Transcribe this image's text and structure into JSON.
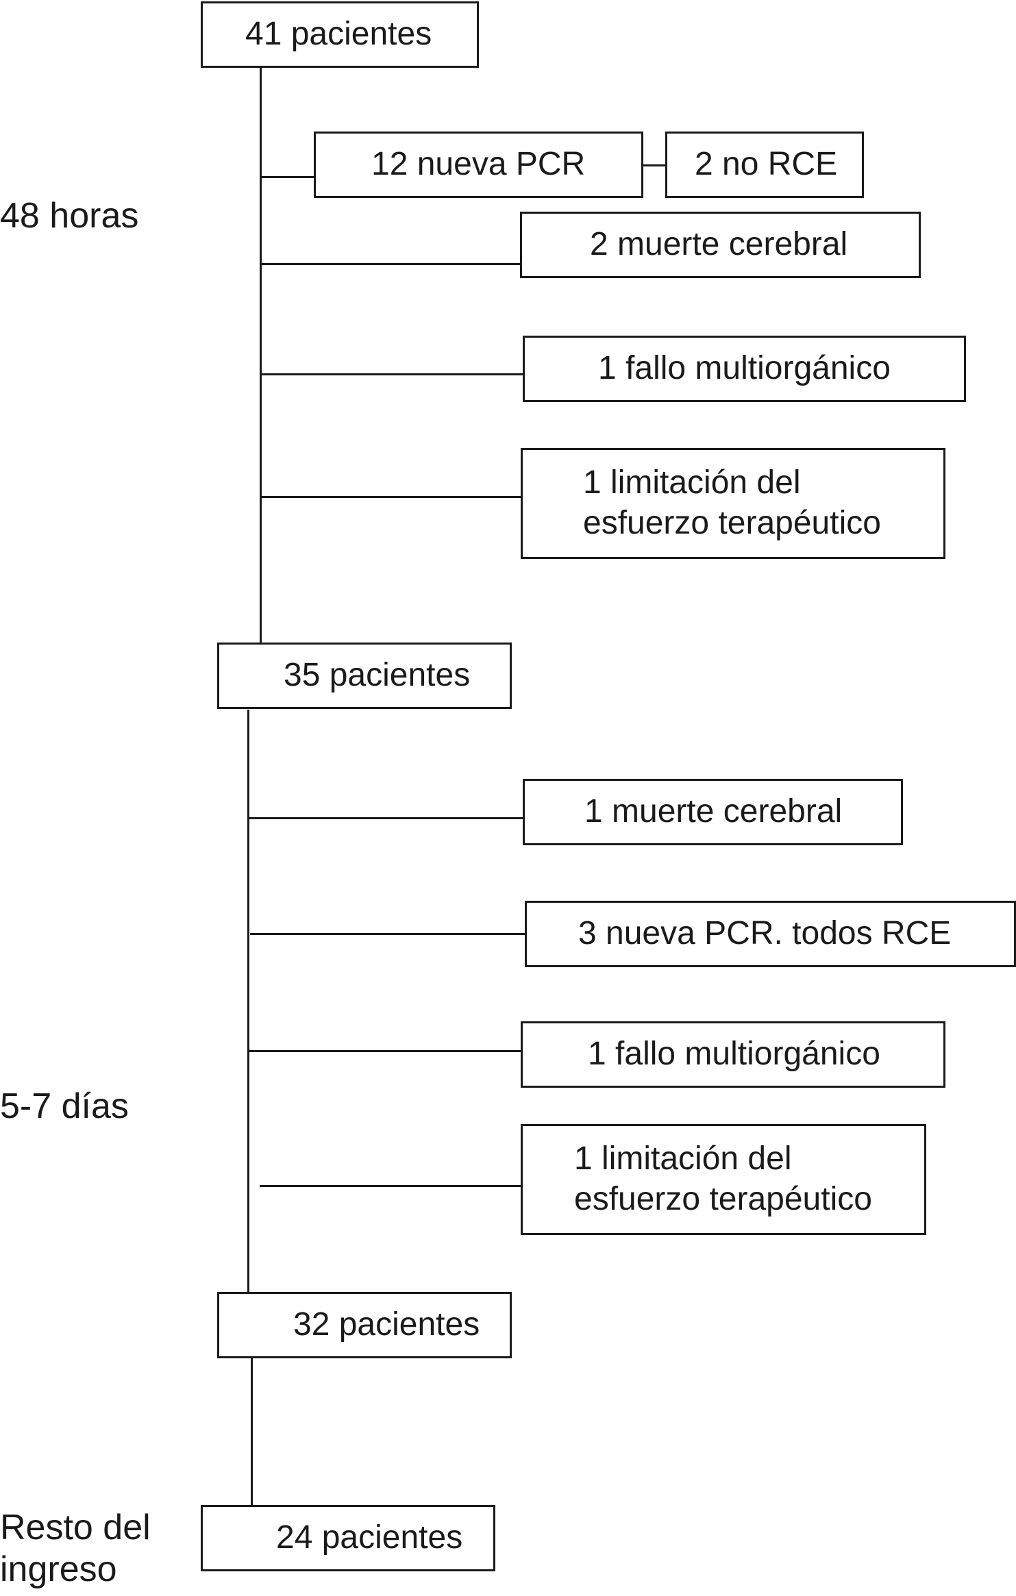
{
  "phases": {
    "p48h": "48 horas",
    "p57d": "5-7 días",
    "prest": "Resto del ingreso"
  },
  "boxes": {
    "b41": "41 pacientes",
    "bpcr12": "12 nueva PCR",
    "bnorce": "2 no RCE",
    "bmc2": "2 muerte cerebral",
    "bfmo1a": "1 fallo multiorgánico",
    "blet1a": "1 limitación del esfuerzo terapéutico",
    "b35": "35 pacientes",
    "bmc1": "1 muerte cerebral",
    "bpcr3": "3 nueva PCR. todos RCE",
    "bfmo1b": "1 fallo multiorgánico",
    "blet1b": "1 limitación del esfuerzo terapéutico",
    "b32": "32 pacientes",
    "b24": "24 pacientes"
  }
}
